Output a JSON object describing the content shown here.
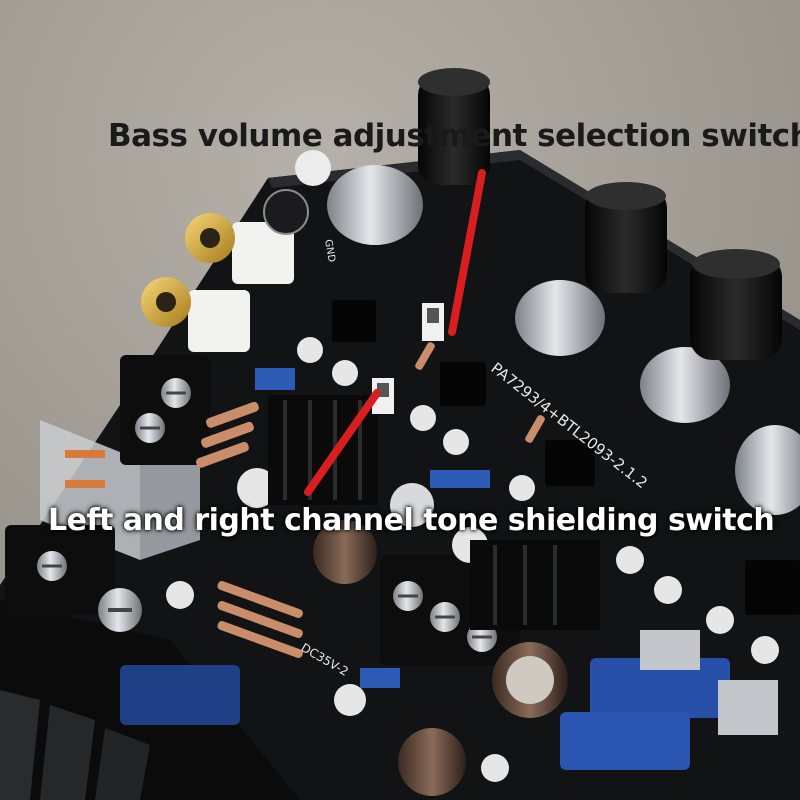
{
  "annotations": {
    "top": "Bass volume adjustment selection switch",
    "bottom": "Left and right channel tone shielding switch"
  },
  "pcb_text": {
    "model": "PA7293/4+BTL2093-2.1.2",
    "power": "DC35V-2",
    "gnd": "GND"
  },
  "colors": {
    "background": "#a8a49b",
    "pcb": "#111214",
    "pointer": "#d81e1e",
    "top_label": "#1a1a1a",
    "bottom_label": "#ffffff"
  }
}
